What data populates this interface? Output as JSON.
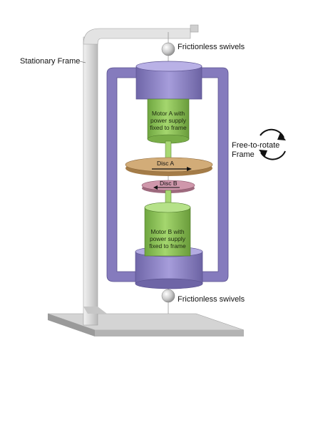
{
  "labels": {
    "stationary_frame": "Stationary Frame",
    "swivel_top": "Frictionless swivels",
    "swivel_bottom": "Frictionless swivels",
    "free_rotate_line1": "Free-to-rotate",
    "free_rotate_line2": "Frame",
    "motor_a_line1": "Motor A with",
    "motor_a_line2": "power supply",
    "motor_a_line3": "fixed to frame",
    "motor_b_line1": "Motor B with",
    "motor_b_line2": "power supply",
    "motor_b_line3": "fixed to frame",
    "disc_a": "Disc A",
    "disc_b": "Disc B"
  },
  "colors": {
    "stationary_frame": "#d9d9d9",
    "rotating_frame": "#8d82c6",
    "motor": "#8fc659",
    "disc_a": "#c9a06b",
    "disc_b": "#c98ca2",
    "swivel": "#d0d0d0"
  }
}
